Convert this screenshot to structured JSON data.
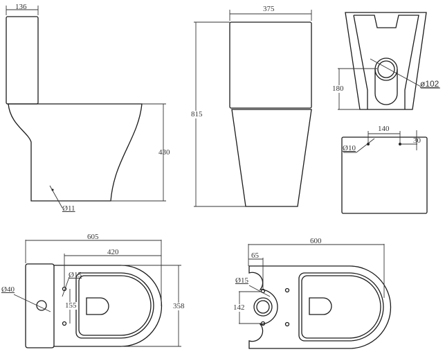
{
  "title": "Close-coupled toilet technical dimension drawing",
  "side_view": {
    "tank_depth": "136",
    "bowl_height": "430",
    "outlet_hole": "Ø11"
  },
  "front_view": {
    "width": "375",
    "total_height": "815"
  },
  "rear_view": {
    "outlet_height": "180",
    "outlet_diameter": "ø102"
  },
  "tank_top_view": {
    "hole_spacing": "140",
    "hole_offset": "30",
    "hole_diameter": "Ø10"
  },
  "plan_view": {
    "total_length": "605",
    "bowl_length": "420",
    "seat_hole": "Ø15",
    "inlet_hole": "Ø40",
    "seat_hole_spacing": "155",
    "width": "358"
  },
  "base_view": {
    "length": "600",
    "outlet_offset": "65",
    "fixing_hole": "Ø15",
    "fixing_spacing": "142"
  }
}
